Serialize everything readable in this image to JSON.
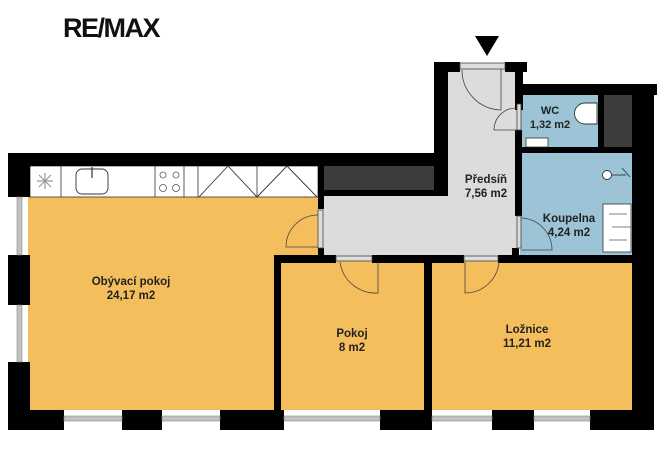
{
  "brand": {
    "logo_text": "RE/MAX"
  },
  "entry": {
    "icon": "entrance-arrow-down-icon"
  },
  "colors": {
    "wall": "#000000",
    "living_rooms": "#F5BE5C",
    "hallway": "#DCDCDC",
    "bathrooms": "#9CC4D6",
    "counter": "#FFFFFF",
    "storage": "#3C3C3C",
    "window": "#B9B9B9"
  },
  "rooms": [
    {
      "id": "living",
      "name": "Obývací pokoj",
      "area": "24,17 m2"
    },
    {
      "id": "hall",
      "name": "Předsíň",
      "area": "7,56 m2"
    },
    {
      "id": "wc",
      "name": "WC",
      "area": "1,32 m2"
    },
    {
      "id": "bath",
      "name": "Koupelna",
      "area": "4,24 m2"
    },
    {
      "id": "room",
      "name": "Pokoj",
      "area": "8 m2"
    },
    {
      "id": "bedroom",
      "name": "Ložnice",
      "area": "11,21 m2"
    }
  ]
}
